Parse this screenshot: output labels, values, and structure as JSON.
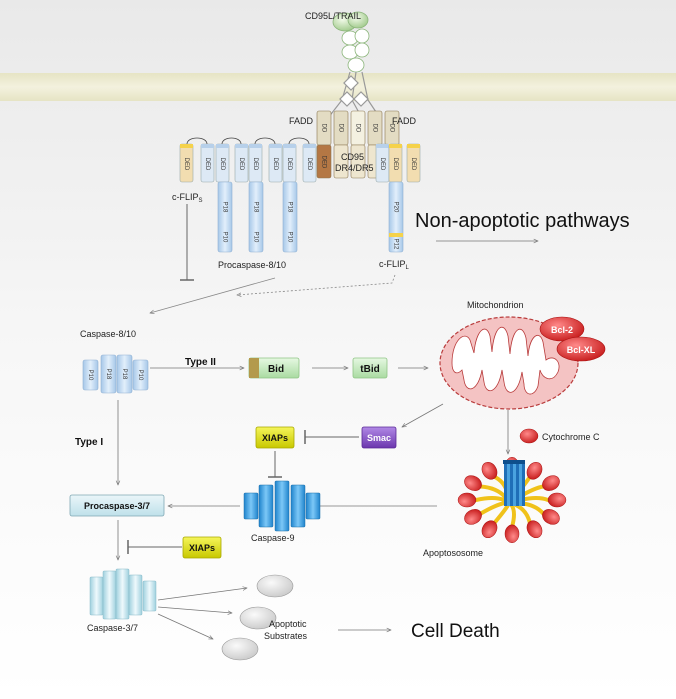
{
  "ligand": "CD95L/TRAIL",
  "receptor": {
    "line1": "CD95",
    "line2": "DR4/DR5"
  },
  "fadd_left": "FADD",
  "fadd_right": "FADD",
  "domains": {
    "dd": "DD",
    "ded": "DED",
    "p18": "P18",
    "p10": "P10",
    "p20": "P20",
    "p12": "P12"
  },
  "cflip_s": {
    "main": "c-FLIP",
    "sub": "S"
  },
  "cflip_l": {
    "main": "c-FLIP",
    "sub": "L"
  },
  "procaspase_8_10": "Procaspase-8/10",
  "non_apoptotic": "Non-apoptotic pathways",
  "caspase_8_10": "Caspase-8/10",
  "type_ii": "Type II",
  "type_i": "Type I",
  "bid": "Bid",
  "tbid": "tBid",
  "mitochondrion": "Mitochondrion",
  "bcl2": "Bcl-2",
  "bclxl": "Bcl-XL",
  "smac": "Smac",
  "xiaps": "XIAPs",
  "cytochrome_c": "Cytochrome C",
  "caspase_9": "Caspase-9",
  "procaspase_3_7": "Procaspase-3/7",
  "apoptosome": "Apoptososome",
  "caspase_3_7": "Caspase-3/7",
  "apoptotic_substrates": {
    "line1": "Apoptotic",
    "line2": "Substrates"
  },
  "cell_death": "Cell Death",
  "colors": {
    "membrane": "#f1efd8",
    "dd": "#e3dcc3",
    "dd_dark": "#a7673b",
    "ded": "#f2ddb0",
    "ded_yellow": "#f5d24a",
    "pro_blue": "#c5dcf2",
    "caspase_cyan": "#cfeaf2",
    "bid_green": "#c9ecc4",
    "smac_purple": "#8b55c9",
    "xiap_yellow": "#e4e418",
    "mito_red": "#e35353",
    "casp9_blue": "#2e9ee8",
    "bcl_red": "#dd4a4a"
  }
}
